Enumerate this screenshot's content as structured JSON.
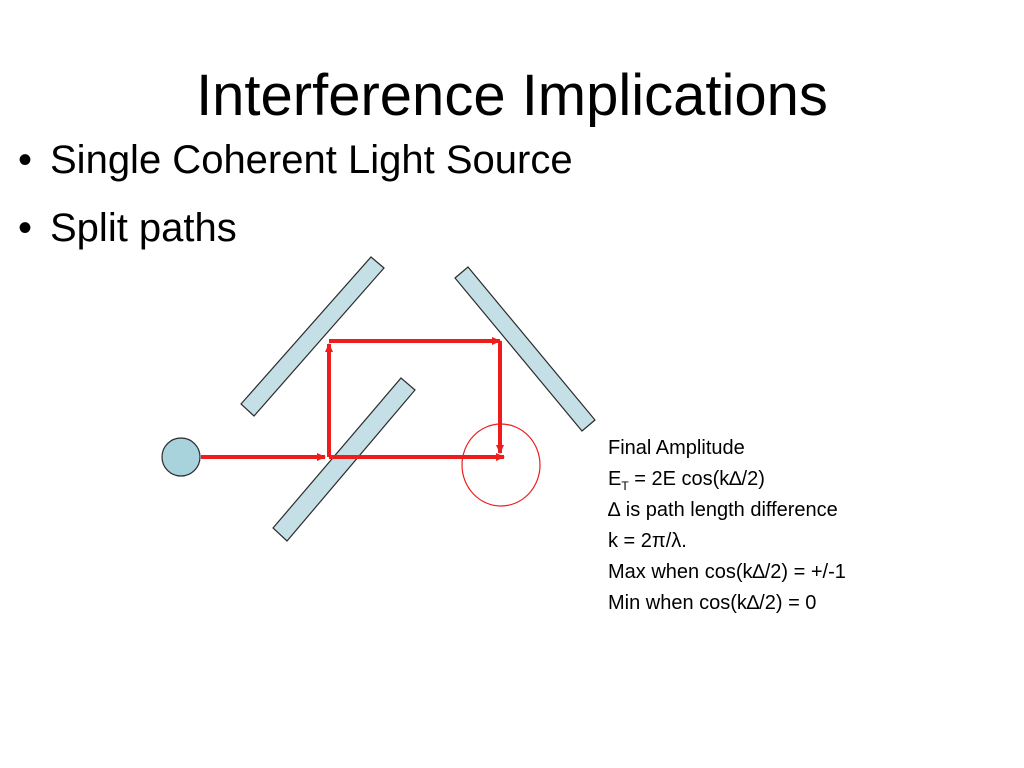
{
  "slide": {
    "title": "Interference Implications"
  },
  "bullets": [
    {
      "text": "Single Coherent Light Source"
    },
    {
      "text": "Split paths"
    }
  ],
  "notes": {
    "heading": "Final Amplitude",
    "eq_lhs_main": "E",
    "eq_lhs_sub": "T",
    "eq_rhs": " = 2E cos(k∆/2)",
    "line_delta": "∆ is path length difference",
    "line_k": "k = 2π/λ.",
    "line_max": "Max when cos(k∆/2) = +/-1",
    "line_min": "Min when cos(k∆/2) = 0"
  },
  "colors": {
    "mirror_fill": "#c5dfe6",
    "mirror_stroke": "#2b2b2b",
    "beam": "#ee1c1c",
    "source_fill": "#a9d3dc",
    "detector": "#ee1c1c"
  }
}
